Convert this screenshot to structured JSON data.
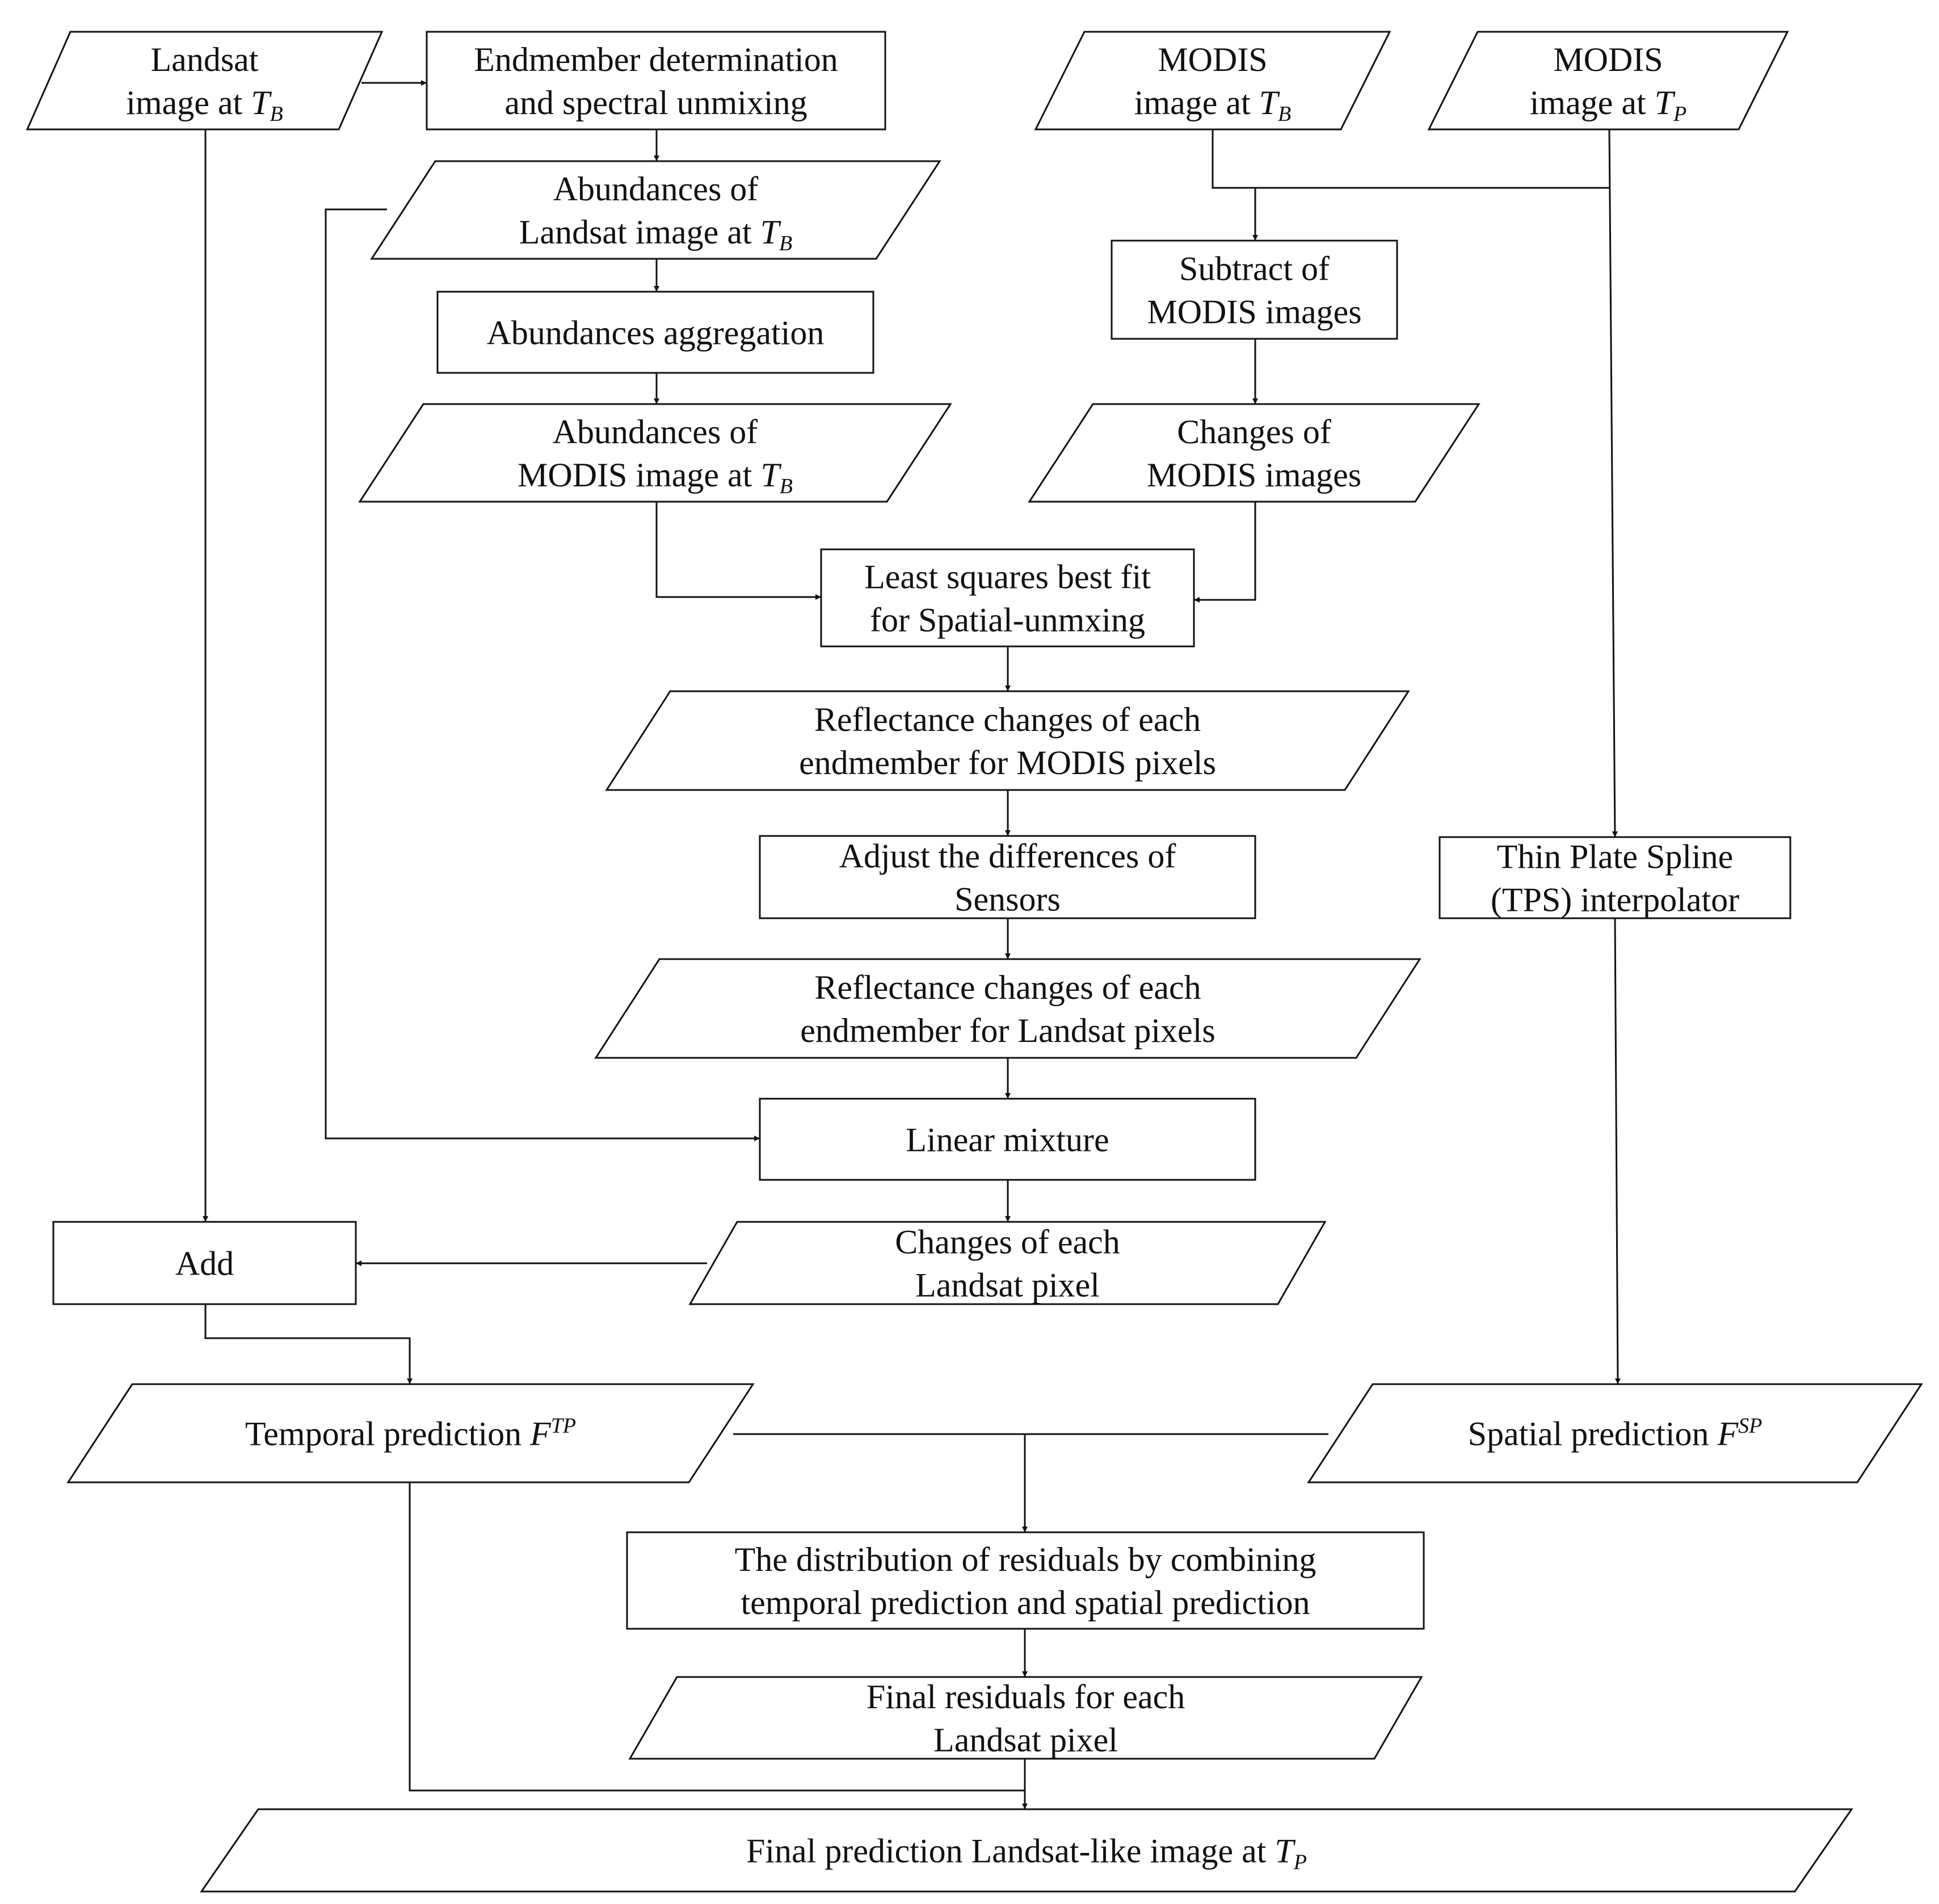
{
  "nodes": {
    "landsat_tb": {
      "shape": "parallelogram",
      "lines": [
        [
          {
            "t": "Landsat"
          }
        ],
        [
          {
            "t": "image at "
          },
          {
            "t": "T",
            "var": true
          },
          {
            "t": "B",
            "sub": true
          }
        ]
      ]
    },
    "endmember": {
      "shape": "rect",
      "lines": [
        [
          {
            "t": "Endmember determination"
          }
        ],
        [
          {
            "t": "and spectral unmixing"
          }
        ]
      ]
    },
    "modis_tb": {
      "shape": "parallelogram",
      "lines": [
        [
          {
            "t": "MODIS"
          }
        ],
        [
          {
            "t": "image at "
          },
          {
            "t": "T",
            "var": true
          },
          {
            "t": "B",
            "sub": true
          }
        ]
      ]
    },
    "modis_tp": {
      "shape": "parallelogram",
      "lines": [
        [
          {
            "t": "MODIS"
          }
        ],
        [
          {
            "t": "image at "
          },
          {
            "t": "T",
            "var": true
          },
          {
            "t": "P",
            "sub": true
          }
        ]
      ]
    },
    "abund_landsat": {
      "shape": "parallelogram",
      "lines": [
        [
          {
            "t": "Abundances of"
          }
        ],
        [
          {
            "t": "Landsat image at "
          },
          {
            "t": "T",
            "var": true
          },
          {
            "t": "B",
            "sub": true
          }
        ]
      ]
    },
    "abund_agg": {
      "shape": "rect",
      "lines": [
        [
          {
            "t": "Abundances  aggregation"
          }
        ]
      ]
    },
    "abund_modis": {
      "shape": "parallelogram",
      "lines": [
        [
          {
            "t": "Abundances of"
          }
        ],
        [
          {
            "t": "MODIS image at "
          },
          {
            "t": "T",
            "var": true
          },
          {
            "t": "B",
            "sub": true
          }
        ]
      ]
    },
    "subtract": {
      "shape": "rect",
      "lines": [
        [
          {
            "t": "Subtract of"
          }
        ],
        [
          {
            "t": "MODIS images"
          }
        ]
      ]
    },
    "changes_modis": {
      "shape": "parallelogram",
      "lines": [
        [
          {
            "t": "Changes of"
          }
        ],
        [
          {
            "t": "MODIS images"
          }
        ]
      ]
    },
    "least_squares": {
      "shape": "rect",
      "lines": [
        [
          {
            "t": "Least squares best fit"
          }
        ],
        [
          {
            "t": "for Spatial-unmxing"
          }
        ]
      ]
    },
    "refl_modis": {
      "shape": "parallelogram",
      "lines": [
        [
          {
            "t": "Reflectance changes of each"
          }
        ],
        [
          {
            "t": "endmember for MODIS pixels"
          }
        ]
      ]
    },
    "adjust": {
      "shape": "rect",
      "lines": [
        [
          {
            "t": "Adjust the differences of"
          }
        ],
        [
          {
            "t": "Sensors"
          }
        ]
      ]
    },
    "tps": {
      "shape": "rect",
      "lines": [
        [
          {
            "t": "Thin Plate Spline"
          }
        ],
        [
          {
            "t": "(TPS) interpolator"
          }
        ]
      ]
    },
    "refl_landsat": {
      "shape": "parallelogram",
      "lines": [
        [
          {
            "t": "Reflectance changes of each"
          }
        ],
        [
          {
            "t": "endmember for Landsat pixels"
          }
        ]
      ]
    },
    "linear_mix": {
      "shape": "rect",
      "lines": [
        [
          {
            "t": "Linear mixture"
          }
        ]
      ]
    },
    "add": {
      "shape": "rect",
      "lines": [
        [
          {
            "t": "Add"
          }
        ]
      ]
    },
    "changes_landsat": {
      "shape": "parallelogram",
      "lines": [
        [
          {
            "t": "Changes of each"
          }
        ],
        [
          {
            "t": "Landsat pixel"
          }
        ]
      ]
    },
    "temporal_pred": {
      "shape": "parallelogram",
      "lines": [
        [
          {
            "t": "Temporal prediction "
          },
          {
            "t": "F",
            "var": true
          },
          {
            "t": "TP",
            "sup": true
          }
        ]
      ]
    },
    "spatial_pred": {
      "shape": "parallelogram",
      "lines": [
        [
          {
            "t": "Spatial  prediction "
          },
          {
            "t": "F",
            "var": true
          },
          {
            "t": "SP",
            "sup": true
          }
        ]
      ]
    },
    "residual_dist": {
      "shape": "rect",
      "lines": [
        [
          {
            "t": "The distribution of residuals by combining"
          }
        ],
        [
          {
            "t": "temporal prediction and  spatial  prediction"
          }
        ]
      ]
    },
    "final_residuals": {
      "shape": "parallelogram",
      "lines": [
        [
          {
            "t": "Final  residuals for each"
          }
        ],
        [
          {
            "t": "Landsat pixel"
          }
        ]
      ]
    },
    "final_pred": {
      "shape": "parallelogram",
      "lines": [
        [
          {
            "t": "Final  prediction Landsat-like image  at "
          },
          {
            "t": "T",
            "var": true
          },
          {
            "t": "P",
            "sub": true
          }
        ]
      ]
    }
  }
}
